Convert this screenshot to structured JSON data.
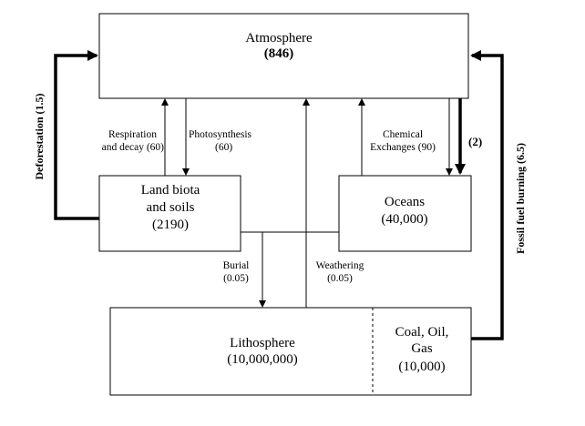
{
  "reservoirs": {
    "atmosphere": {
      "name": "Atmosphere",
      "value": "(846)"
    },
    "land": {
      "line1": "Land biota",
      "line2": "and soils",
      "value": "(2190)"
    },
    "oceans": {
      "name": "Oceans",
      "value": "(40,000)"
    },
    "lithosphere": {
      "name": "Lithosphere",
      "value": "(10,000,000)"
    },
    "fossil": {
      "line1": "Coal, Oil,",
      "line2": "Gas",
      "value": "(10,000)"
    }
  },
  "flows": {
    "respiration": {
      "line1": "Respiration",
      "line2": "and decay (60)"
    },
    "photosynthesis": {
      "line1": "Photosynthesis",
      "line2": "(60)"
    },
    "chemical": {
      "line1": "Chemical",
      "line2": "Exchanges (90)"
    },
    "ocean_uptake": {
      "label": "(2)"
    },
    "burial": {
      "line1": "Burial",
      "line2": "(0.05)"
    },
    "weathering": {
      "line1": "Weathering",
      "line2": "(0.05)"
    },
    "deforestation": {
      "label": "Deforestation (1.5)"
    },
    "fossil_burning": {
      "label": "Fossil fuel burning (6.5)"
    }
  }
}
